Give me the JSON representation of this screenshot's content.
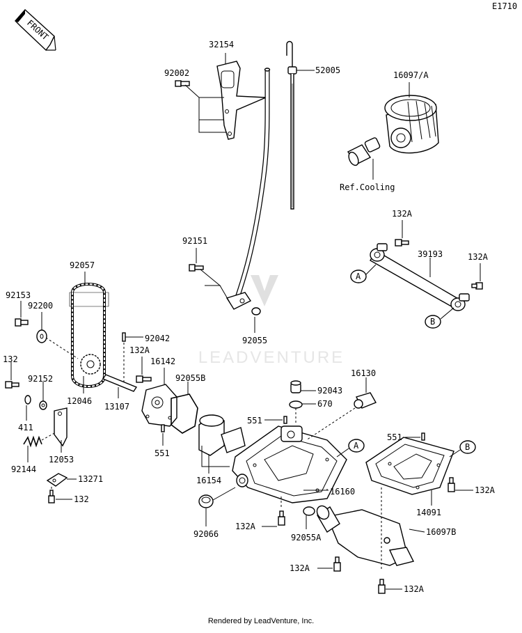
{
  "diagram_code": "E1710",
  "front_label": "FRONT",
  "watermark": "LEADVENTURE",
  "footer": "Rendered by LeadVenture, Inc.",
  "callouts": {
    "A": "A",
    "B": "B"
  },
  "labels": {
    "p92002": "92002",
    "p32154": "32154",
    "p52005": "52005",
    "p16097A": "16097/A",
    "ref_cooling": "Ref.Cooling",
    "p132A_1": "132A",
    "p39193": "39193",
    "p132A_2": "132A",
    "p92151": "92151",
    "p92055": "92055",
    "p92057": "92057",
    "p92153": "92153",
    "p92200": "92200",
    "p92042": "92042",
    "p132A_3": "132A",
    "p16142": "16142",
    "p132": "132",
    "p92152": "92152",
    "p12046": "12046",
    "p13107": "13107",
    "p92055B": "92055B",
    "p16130": "16130",
    "p92043": "92043",
    "p670": "670",
    "p411": "411",
    "p551_1": "551",
    "p551_2": "551",
    "p551_3": "551",
    "p92144": "92144",
    "p12053": "12053",
    "p13271": "13271",
    "p132_2": "132",
    "p16154": "16154",
    "p16160": "16160",
    "p14091": "14091",
    "p132A_4": "132A",
    "p92066": "92066",
    "p132A_5": "132A",
    "p92055A": "92055A",
    "p16097B": "16097B",
    "p132A_6": "132A",
    "p132A_7": "132A"
  }
}
